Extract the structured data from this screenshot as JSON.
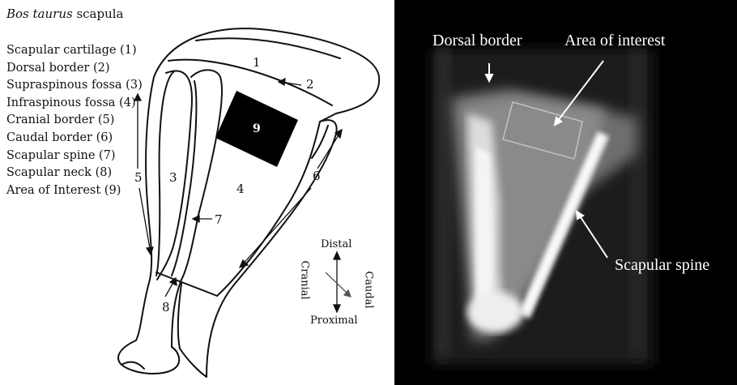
{
  "diagram": {
    "title_italic": "Bos taurus",
    "title_rest": " scapula",
    "legend": [
      "Scapular cartilage (1)",
      "Dorsal border (2)",
      "Supraspinous fossa (3)",
      "Infraspinous fossa (4)",
      "Cranial border (5)",
      "Caudal border (6)",
      "Scapular spine (7)",
      "Scapular neck (8)",
      "Area of Interest (9)"
    ],
    "numbers": [
      "1",
      "2",
      "3",
      "4",
      "5",
      "6",
      "7",
      "8",
      "9"
    ],
    "orientation": {
      "top": "Distal",
      "bottom": "Proximal",
      "left": "Cranial",
      "right": "Caudal"
    }
  },
  "scan": {
    "labels": {
      "dorsal_border": "Dorsal border",
      "area_of_interest": "Area of interest",
      "scapular_spine": "Scapular spine"
    }
  }
}
